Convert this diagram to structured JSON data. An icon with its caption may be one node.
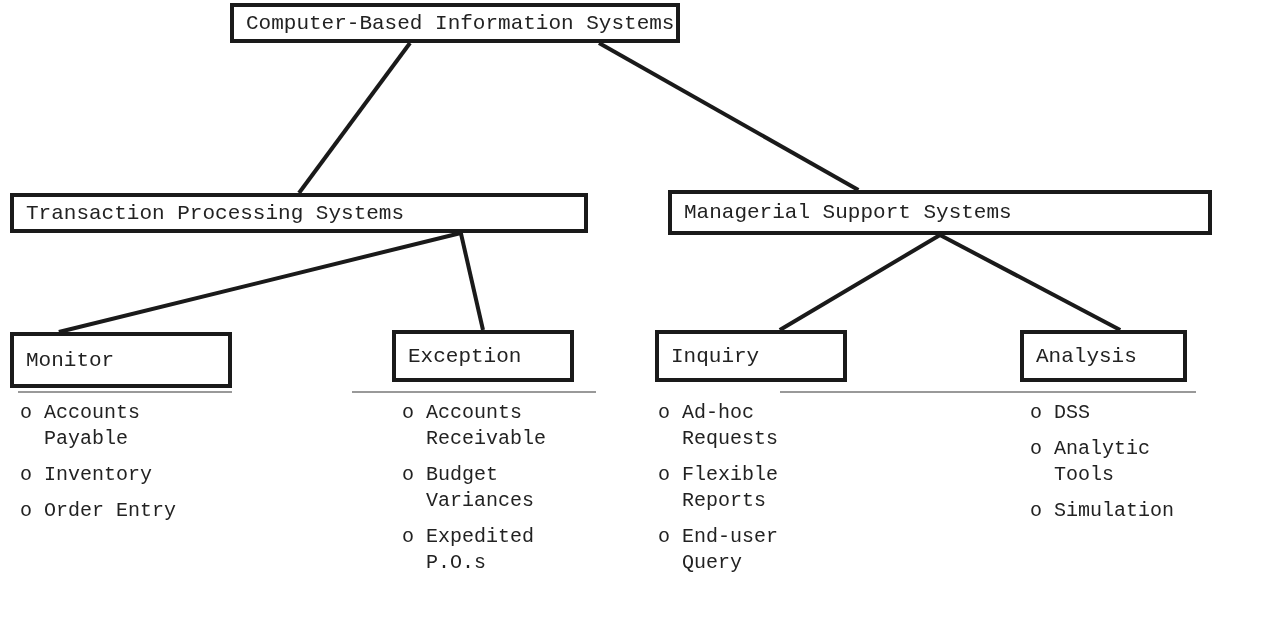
{
  "diagram": {
    "nodes": [
      {
        "text": [
          "Computer-Based Information Systems"
        ]
      },
      {
        "text": [
          "Transaction Processing Systems"
        ]
      },
      {
        "text": [
          "Managerial Support Systems"
        ]
      },
      {
        "text": [
          "Monitor"
        ],
        "beside": [
          "o Accounts Payable",
          "o Inventory",
          "o Order Entry"
        ]
      },
      {
        "text": [
          "Exception"
        ],
        "beside": [
          "o Accounts Receivable",
          "o Budget Variances",
          "o Expedited P.O.s"
        ]
      },
      {
        "text": [
          "Inquiry"
        ],
        "beside": [
          "o Ad-hoc Requests",
          "o Flexible Reports",
          "o End-user Query"
        ]
      },
      {
        "text": [
          "Analysis"
        ],
        "beside": [
          "o DSS",
          "o Analytic Tools",
          "o Simulation"
        ]
      }
    ],
    "edges": [
      {
        "from": 0,
        "to": 1,
        "arrow": "none"
      },
      {
        "from": 0,
        "to": 2,
        "arrow": "none"
      },
      {
        "from": 1,
        "to": 3,
        "arrow": "none"
      },
      {
        "from": 1,
        "to": 4,
        "arrow": "none"
      },
      {
        "from": 2,
        "to": 5,
        "arrow": "none"
      },
      {
        "from": 2,
        "to": 6,
        "arrow": "none"
      }
    ]
  }
}
